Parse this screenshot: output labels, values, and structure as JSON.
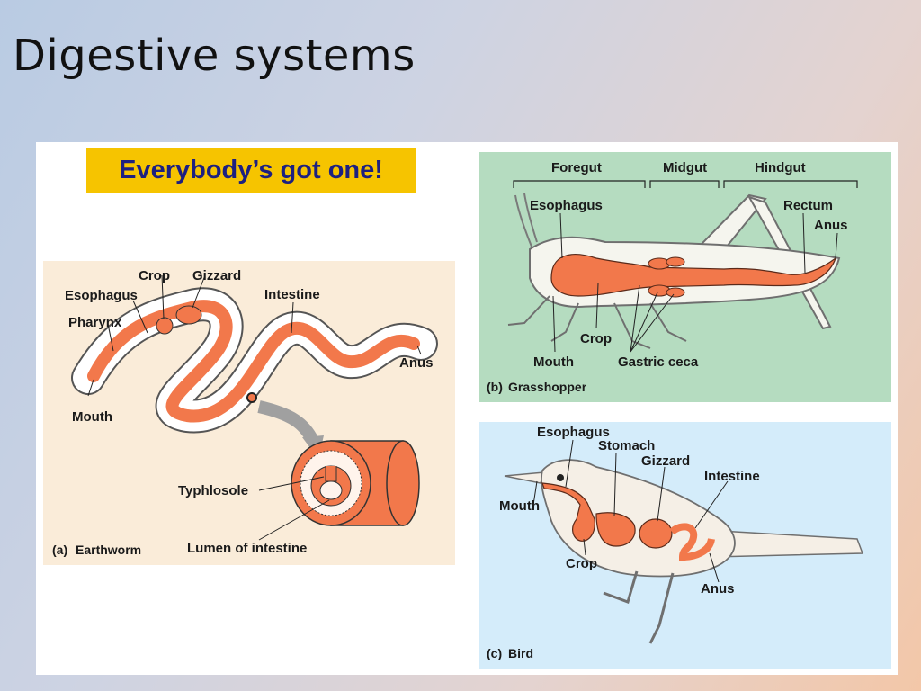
{
  "slide": {
    "title": "Digestive systems"
  },
  "callout": {
    "text": "Everybody’s got one!"
  },
  "colors": {
    "earthworm_bg": "#faecd9",
    "grasshopper_bg": "#b5dcc0",
    "bird_bg": "#d4ecfa",
    "gut": "#f2784b",
    "callout_bg": "#f6c400",
    "callout_text": "#1d2080"
  },
  "earthworm": {
    "caption_letter": "(a)",
    "caption": "Earthworm",
    "labels": {
      "crop": "Crop",
      "gizzard": "Gizzard",
      "esophagus": "Esophagus",
      "pharynx": "Pharynx",
      "intestine": "Intestine",
      "anus": "Anus",
      "mouth": "Mouth",
      "typhlosole": "Typhlosole",
      "lumen": "Lumen of intestine"
    }
  },
  "grasshopper": {
    "caption_letter": "(b)",
    "caption": "Grasshopper",
    "labels": {
      "foregut": "Foregut",
      "midgut": "Midgut",
      "hindgut": "Hindgut",
      "esophagus": "Esophagus",
      "rectum": "Rectum",
      "anus": "Anus",
      "crop": "Crop",
      "mouth": "Mouth",
      "gastric_ceca": "Gastric ceca"
    }
  },
  "bird": {
    "caption_letter": "(c)",
    "caption": "Bird",
    "labels": {
      "esophagus": "Esophagus",
      "stomach": "Stomach",
      "gizzard": "Gizzard",
      "intestine": "Intestine",
      "mouth": "Mouth",
      "crop": "Crop",
      "anus": "Anus"
    }
  }
}
